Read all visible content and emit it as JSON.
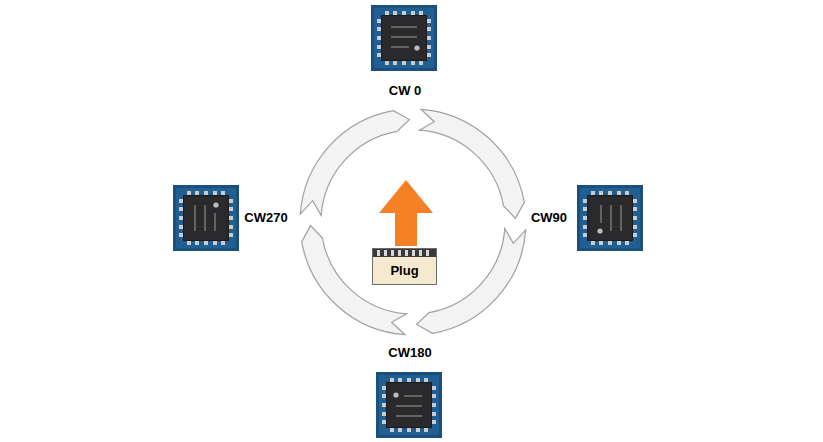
{
  "diagram": {
    "nodes": [
      {
        "text": [
          "Plug"
        ]
      }
    ],
    "labels": [
      "CW 0",
      "CW90",
      "CW180",
      "CW270"
    ]
  }
}
